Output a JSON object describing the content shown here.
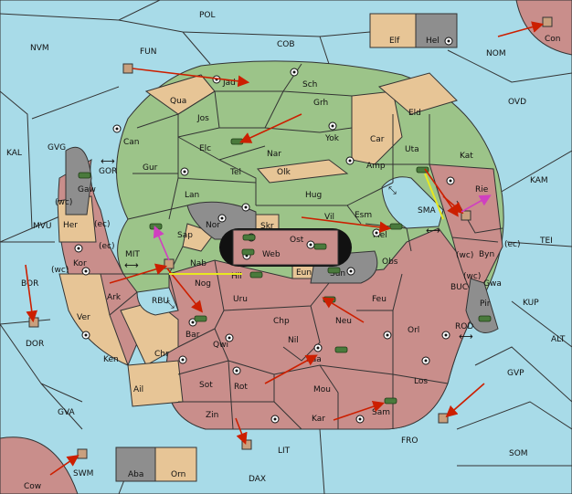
{
  "map": {
    "sea_labels": [
      "POL",
      "NVM",
      "FUN",
      "COB",
      "NOM",
      "Con",
      "Elf",
      "Hel",
      "OVD",
      "KAL",
      "GVG",
      "GOR",
      "KAM",
      "MVU",
      "TEI",
      "BOR",
      "MIT",
      "SMA",
      "KUP",
      "DOR",
      "RBU",
      "BUC",
      "ROD",
      "ALT",
      "GVP",
      "GVA",
      "FRO",
      "SOM",
      "LIT",
      "SWM",
      "DAX",
      "Cow",
      "Aba",
      "Orn"
    ],
    "land_labels": [
      "Jad",
      "Sch",
      "Qua",
      "Jos",
      "Grh",
      "Eld",
      "Can",
      "Elc",
      "Nar",
      "Yok",
      "Car",
      "Uta",
      "Kat",
      "Tel",
      "Olk",
      "Amp",
      "Gaw",
      "Gur",
      "Lan",
      "Hug",
      "Rie",
      "Nor",
      "Skr",
      "Ost",
      "Vil",
      "Esm",
      "Mel",
      "Sap",
      "Web",
      "Her",
      "Kor",
      "Ark",
      "Nab",
      "Eun",
      "Sun",
      "Obs",
      "Byn",
      "Hil",
      "Nog",
      "Uru",
      "Feu",
      "Gwa",
      "Ver",
      "Chp",
      "Neu",
      "Orl",
      "Pir",
      "Bar",
      "Qwi",
      "Nil",
      "Ken",
      "Chr",
      "Kaa",
      "Sot",
      "Rot",
      "Mou",
      "Los",
      "Ail",
      "Zin",
      "Kar",
      "Sam"
    ],
    "coast_labels": [
      "(wc)",
      "(ec)",
      "(wc)",
      "(ec)",
      "(wc)",
      "(ec)",
      "(wc)"
    ]
  }
}
